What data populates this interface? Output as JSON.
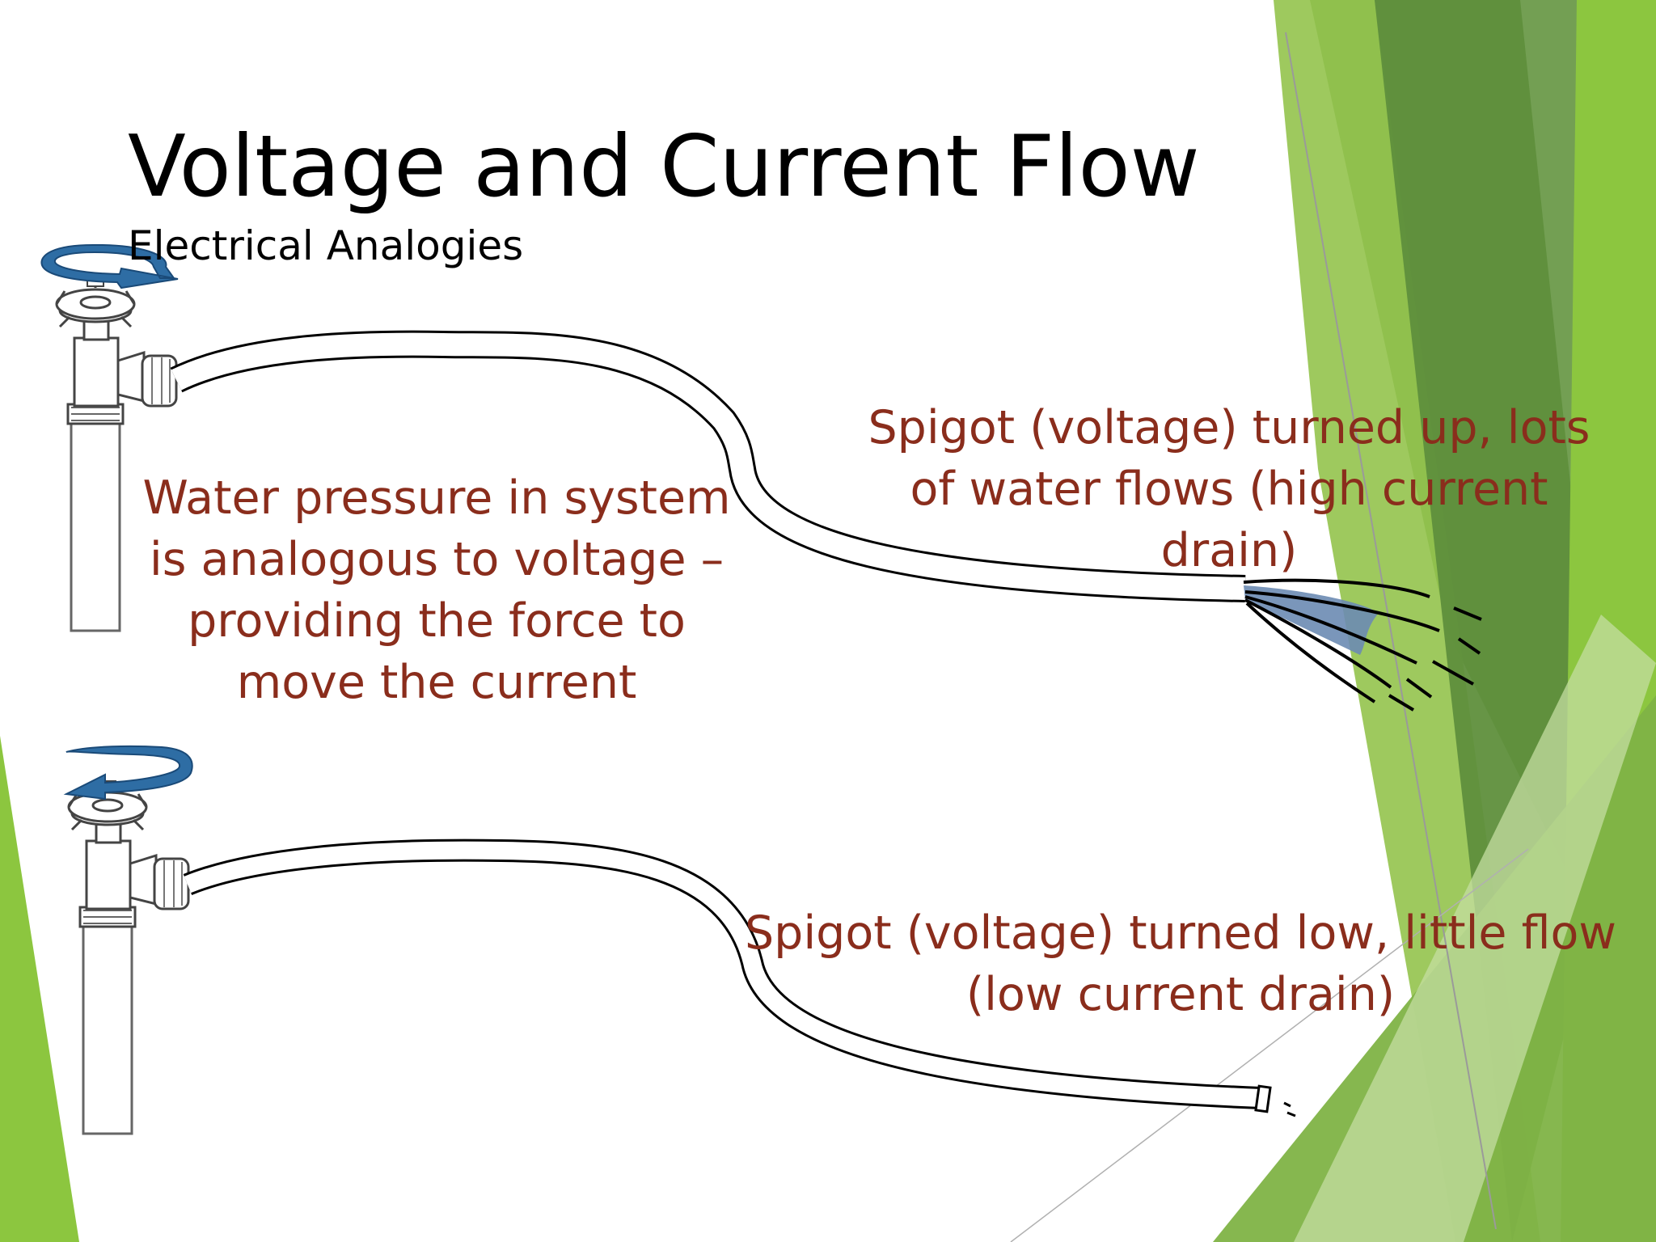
{
  "slide": {
    "title": "Voltage and Current Flow",
    "subtitle": "Electrical Analogies"
  },
  "labels": {
    "pressure": [
      "Water pressure in system",
      "is analogous to voltage –",
      "providing the force to",
      "move the current"
    ],
    "high_flow": [
      "Spigot (voltage) turned up, lots",
      "of water flows (high current",
      "drain)"
    ],
    "low_flow": [
      "Spigot (voltage) turned low, little flow",
      "(low current drain)"
    ]
  },
  "colors": {
    "label_text": "#8a2d1c",
    "arrow_blue": "#2e6da4",
    "water_spray": "#6b8bb2",
    "green_light": "#8dc63f",
    "green_dark": "#5e8f3a"
  },
  "icons": {
    "upper_spigot_arrow": "clockwise-arrow-icon",
    "lower_spigot_arrow": "counterclockwise-arrow-icon"
  }
}
